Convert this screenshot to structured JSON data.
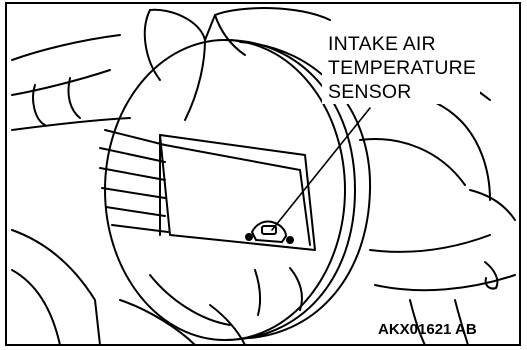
{
  "callout": {
    "line1": "INTAKE AIR",
    "line2": "TEMPERATURE",
    "line3": "SENSOR"
  },
  "reference_code": "AKX01621 AB"
}
